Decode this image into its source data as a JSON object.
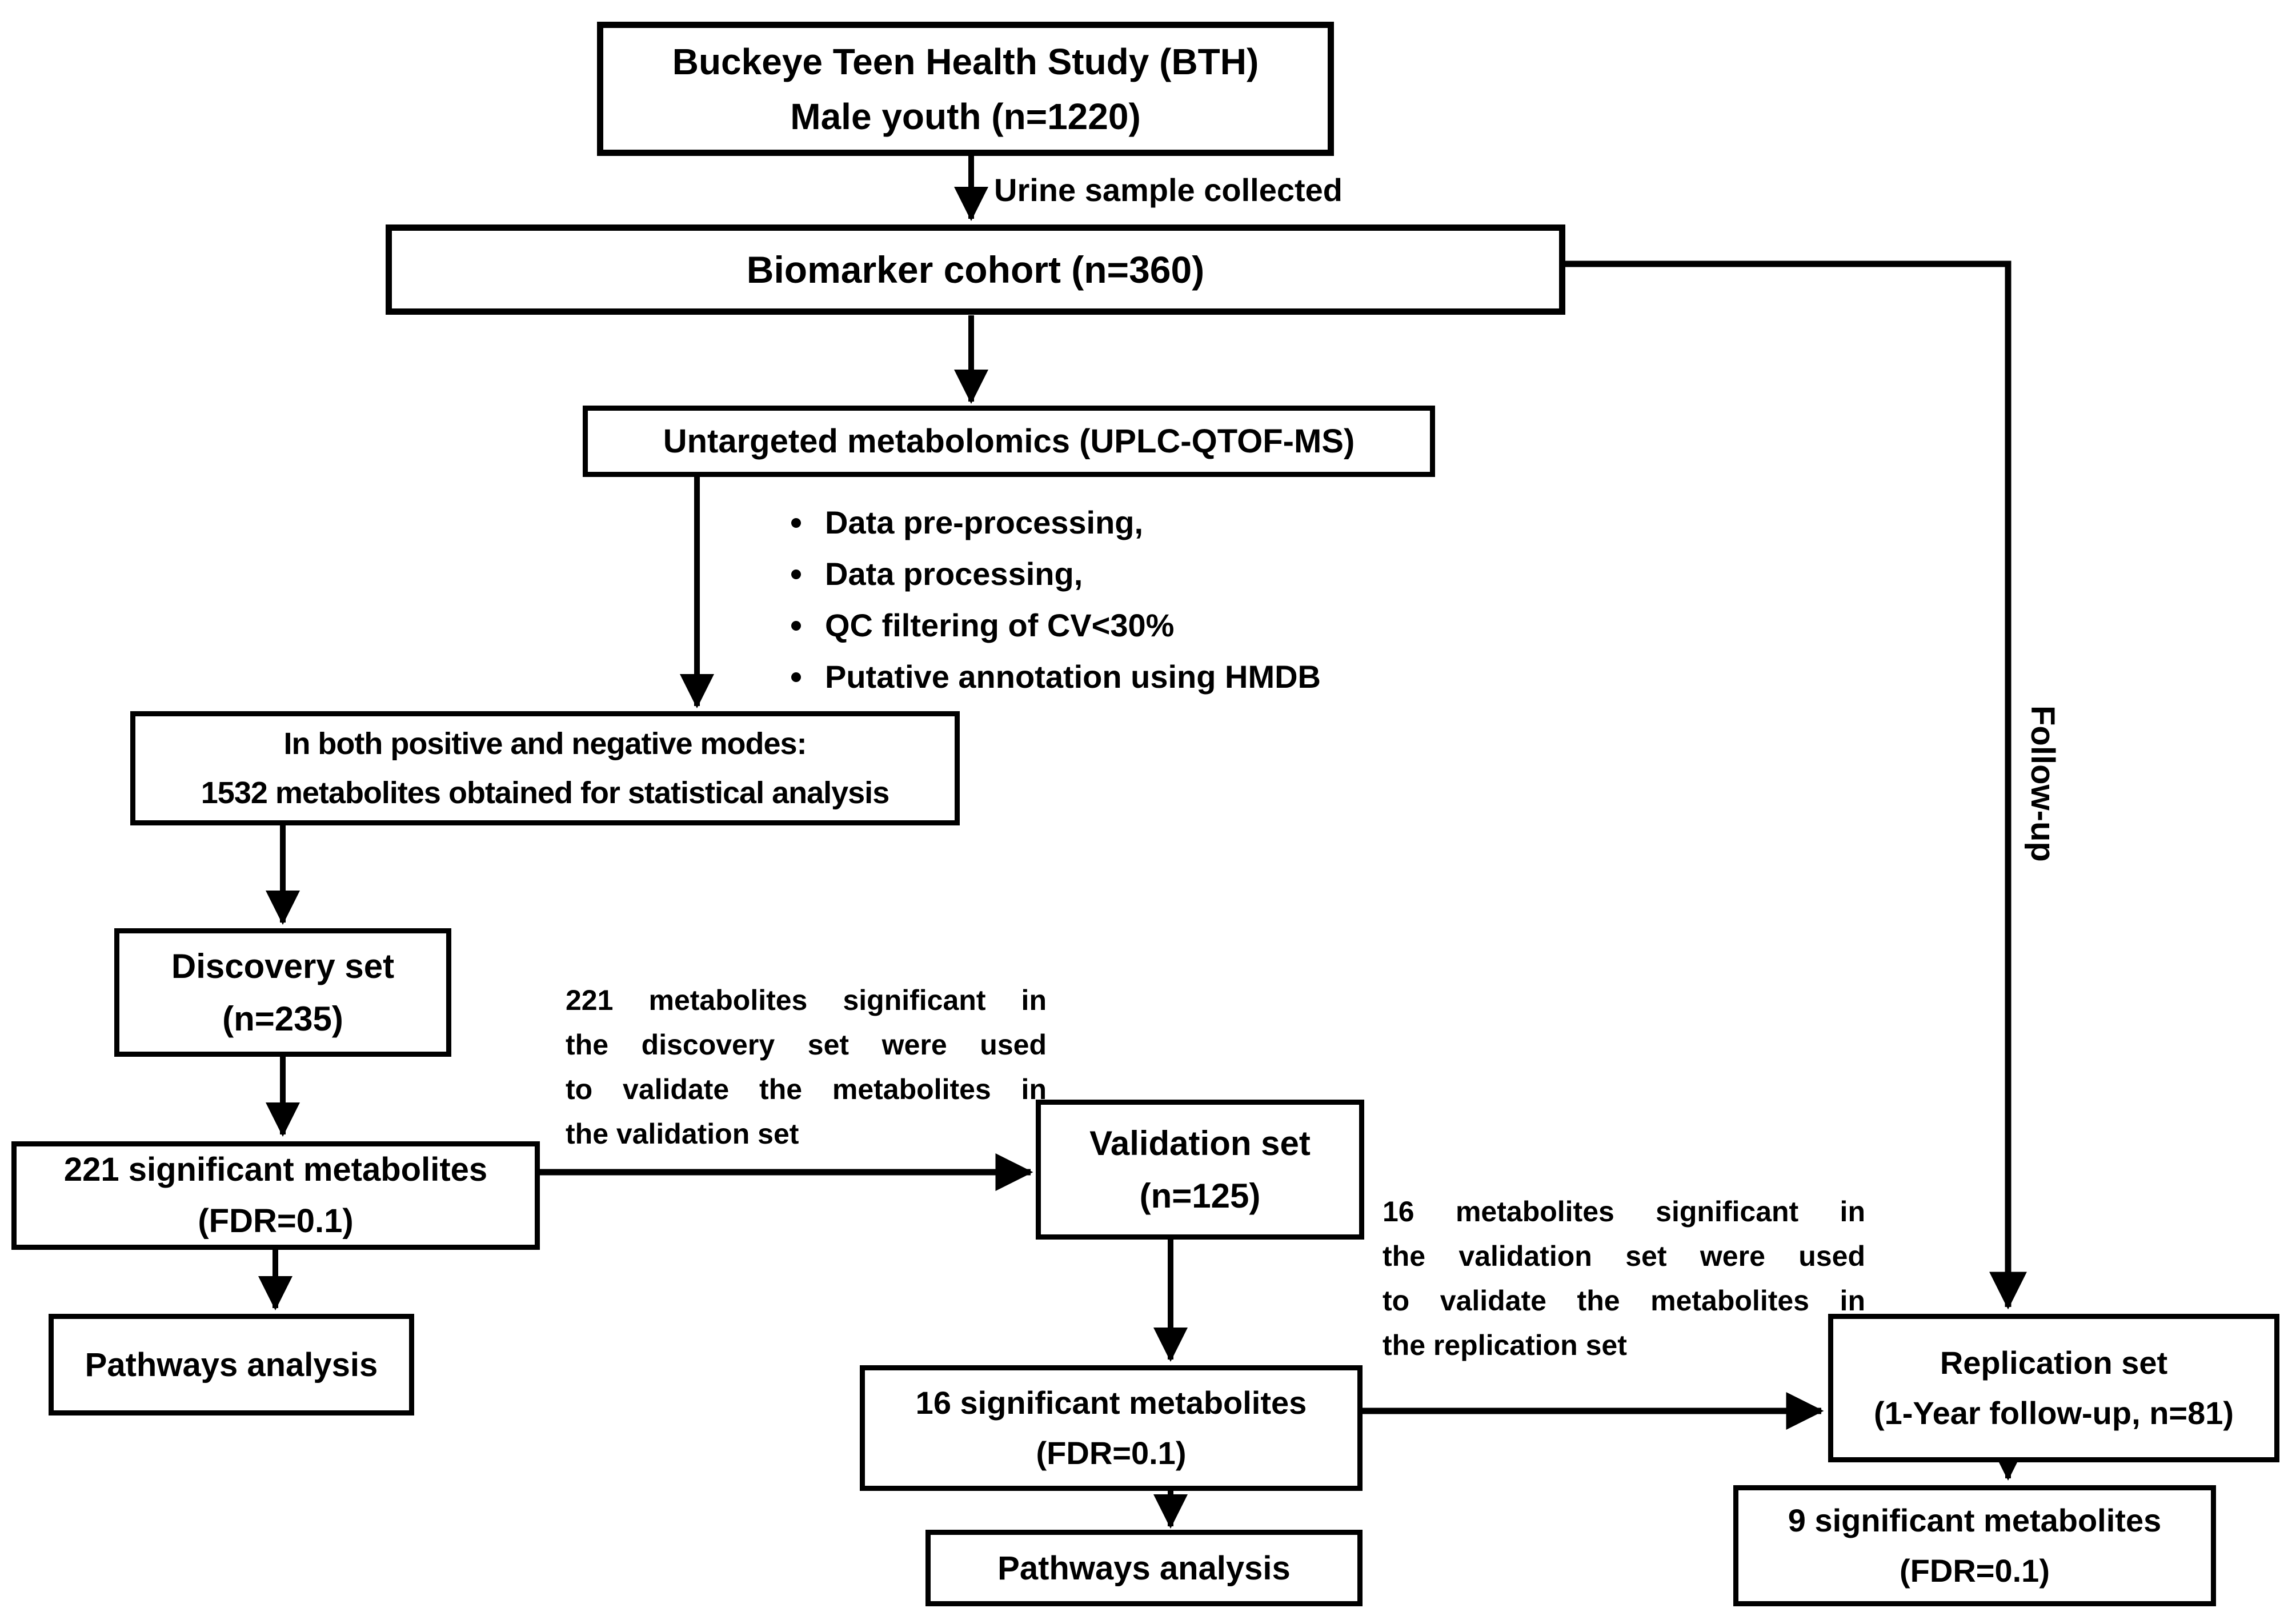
{
  "figure": {
    "background": "#ffffff",
    "line_color": "#000000",
    "text_color": "#000000"
  },
  "nodes": {
    "bth": {
      "lines": [
        "Buckeye Teen Health Study (BTH)",
        "Male youth (n=1220)"
      ]
    },
    "biomarker_cohort": {
      "label": "Biomarker cohort (n=360)"
    },
    "untargeted": {
      "label": "Untargeted metabolomics (UPLC-QTOF-MS)"
    },
    "modes_1532": {
      "lines": [
        "In both positive and negative modes:",
        "1532 metabolites obtained for statistical analysis"
      ]
    },
    "discovery": {
      "lines": [
        "Discovery set",
        "(n=235)"
      ]
    },
    "sig221": {
      "lines": [
        "221 significant metabolites",
        "(FDR=0.1)"
      ]
    },
    "pathways_discovery": {
      "label": "Pathways analysis"
    },
    "validation": {
      "lines": [
        "Validation set",
        "(n=125)"
      ]
    },
    "sig16": {
      "lines": [
        "16 significant metabolites",
        "(FDR=0.1)"
      ]
    },
    "pathways_validation": {
      "label": "Pathways analysis"
    },
    "replication": {
      "lines": [
        "Replication set",
        "(1-Year follow-up, n=81)"
      ]
    },
    "sig9": {
      "lines": [
        "9 significant metabolites",
        "(FDR=0.1)"
      ]
    }
  },
  "process_steps": [
    "Data pre-processing,",
    "Data processing,",
    "QC filtering of CV<30%",
    "Putative annotation using HMDB"
  ],
  "edge_labels": {
    "urine": "Urine sample collected",
    "follow_up": "Follow-up",
    "discovery_to_validation": {
      "lines": [
        "221 metabolites significant in",
        "the discovery set were used",
        "to validate the metabolites in",
        "the validation set"
      ]
    },
    "validation_to_replication": {
      "lines": [
        "16 metabolites significant in",
        "the validation set were used",
        "to validate the metabolites in",
        "the replication set"
      ]
    }
  }
}
